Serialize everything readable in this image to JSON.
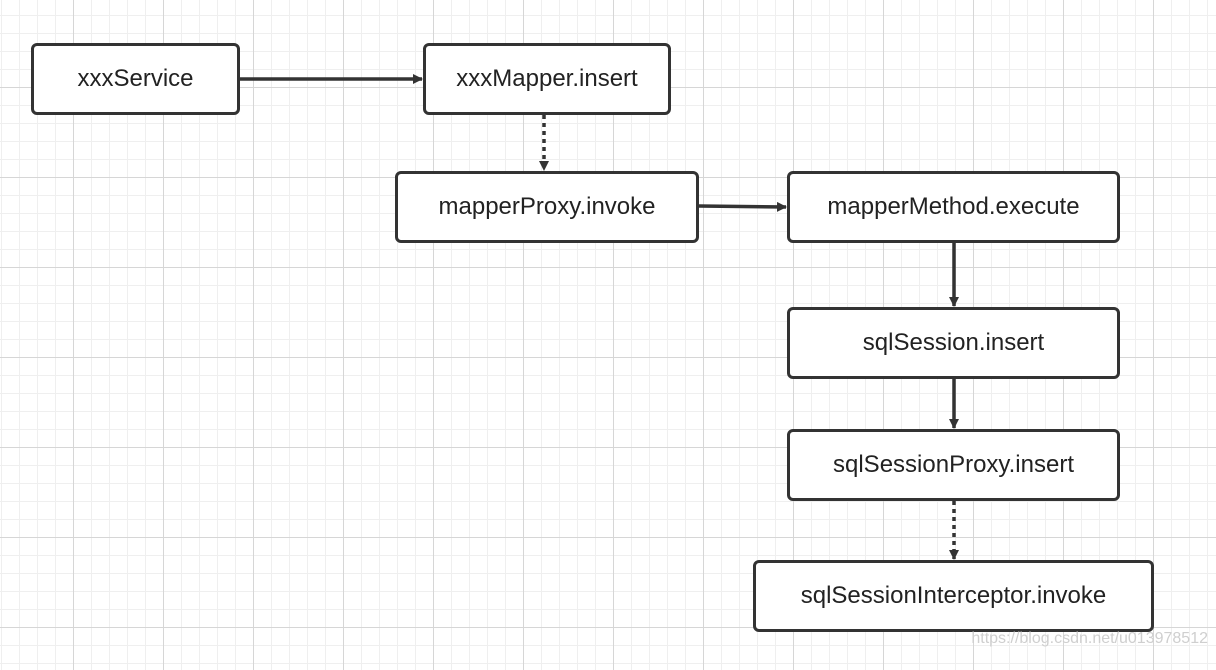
{
  "diagram": {
    "nodes": {
      "service": "xxxService",
      "mapper": "xxxMapper.insert",
      "proxy": "mapperProxy.invoke",
      "method": "mapperMethod.execute",
      "sqlsession": "sqlSession.insert",
      "sqlproxy": "sqlSessionProxy.insert",
      "interceptor": "sqlSessionInterceptor.invoke"
    },
    "edges": [
      {
        "from": "service",
        "to": "mapper",
        "style": "solid"
      },
      {
        "from": "mapper",
        "to": "proxy",
        "style": "dotted"
      },
      {
        "from": "proxy",
        "to": "method",
        "style": "solid"
      },
      {
        "from": "method",
        "to": "sqlsession",
        "style": "solid"
      },
      {
        "from": "sqlsession",
        "to": "sqlproxy",
        "style": "solid"
      },
      {
        "from": "sqlproxy",
        "to": "interceptor",
        "style": "dotted"
      }
    ]
  },
  "watermark": "https://blog.csdn.net/u013978512",
  "colors": {
    "stroke": "#333333",
    "grid": "#d6d6d6",
    "background": "#ffffff"
  }
}
